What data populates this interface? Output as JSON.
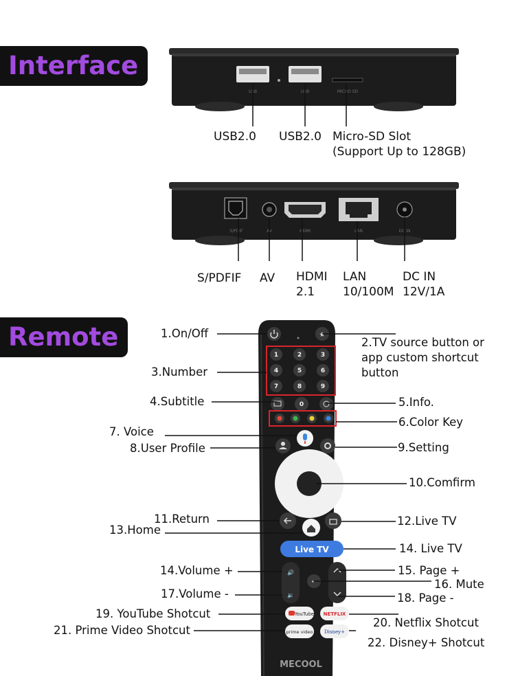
{
  "sections": {
    "interface": "Interface",
    "remote": "Remote"
  },
  "box_top": {
    "port_markings": [
      "USB",
      "USB",
      "MICRO SD"
    ],
    "labels": {
      "usb1": "USB2.0",
      "usb2": "USB2.0",
      "sd_line1": "Micro-SD Slot",
      "sd_line2": "(Support Up to 128GB)"
    }
  },
  "box_back": {
    "port_markings": [
      "S/PDIF",
      "AV",
      "HDMI",
      "LAN",
      "DC IN"
    ],
    "labels": {
      "spdif": "S/PDFIF",
      "av": "AV",
      "hdmi_line1": "HDMI",
      "hdmi_line2": "2.1",
      "lan_line1": "LAN",
      "lan_line2": "10/100M",
      "dc_line1": "DC IN",
      "dc_line2": "12V/1A"
    }
  },
  "remote": {
    "brand": "MECOOL",
    "live_tv_key": "Live TV",
    "numpad": [
      "1",
      "2",
      "3",
      "4",
      "5",
      "6",
      "7",
      "8",
      "9"
    ],
    "zero_key": "0",
    "youtube_key": "YouTube",
    "netflix_key": "NETFLIX",
    "prime_key": "prime video",
    "disney_key": "Disney+",
    "labels": {
      "on_off": "1.On/Off",
      "tv_source_line1": "2.TV source button or",
      "tv_source_line2": "app custom shortcut",
      "tv_source_line3": "button",
      "number": "3.Number",
      "subtitle": "4.Subtitle",
      "info": "5.Info.",
      "color_key": "6.Color Key",
      "voice": "7. Voice",
      "user_profile": "8.User Profile",
      "setting": "9.Setting",
      "confirm": "10.Comfirm",
      "return": "11.Return",
      "live_tv_12": "12.Live TV",
      "home": "13.Home",
      "live_tv_14": "14. Live TV",
      "volume_up": "14.Volume +",
      "page_up": "15. Page +",
      "mute": "16. Mute",
      "volume_down": "17.Volume -",
      "page_down": "18. Page -",
      "youtube": "19. YouTube Shotcut",
      "netflix": "20. Netflix Shotcut",
      "prime": "21. Prime Video Shotcut",
      "disney": "22. Disney+ Shotcut"
    }
  },
  "colors": {
    "accent_purple": "#a24bdf",
    "highlight_red": "#d9252b",
    "live_tv_blue": "#3d7be0",
    "device_black": "#1c1c1c"
  }
}
